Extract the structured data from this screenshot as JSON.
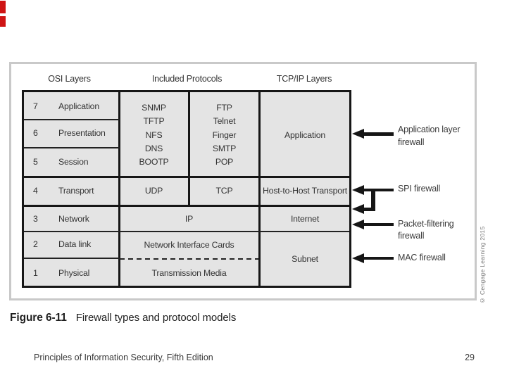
{
  "decoration": {
    "red_accent_color": "#cf1414"
  },
  "figure": {
    "headers": {
      "osi": "OSI Layers",
      "protocols": "Included Protocols",
      "tcpip": "TCP/IP Layers"
    },
    "osi_rows": [
      {
        "num": "7",
        "label": "Application"
      },
      {
        "num": "6",
        "label": "Presentation"
      },
      {
        "num": "5",
        "label": "Session"
      },
      {
        "num": "4",
        "label": "Transport"
      },
      {
        "num": "3",
        "label": "Network"
      },
      {
        "num": "2",
        "label": "Data link"
      },
      {
        "num": "1",
        "label": "Physical"
      }
    ],
    "protocols": {
      "col1": [
        "SNMP",
        "TFTP",
        "NFS",
        "DNS",
        "BOOTP"
      ],
      "col2": [
        "FTP",
        "Telnet",
        "Finger",
        "SMTP",
        "POP"
      ],
      "udp": "UDP",
      "tcp": "TCP",
      "ip": "IP",
      "nic": "Network Interface Cards",
      "media": "Transmission Media"
    },
    "tcpip_cells": {
      "application": "Application",
      "host": "Host-to-Host Transport",
      "internet": "Internet",
      "subnet": "Subnet"
    },
    "firewall_labels": {
      "application": "Application layer firewall",
      "spi": "SPI firewall",
      "packet": "Packet-filtering firewall",
      "mac": "MAC firewall"
    },
    "copyright": "© Cengage Learning 2015",
    "colors": {
      "cell_bg": "#e4e4e4",
      "table_border": "#161616",
      "box_border": "#c9c9c9",
      "text": "#333333"
    }
  },
  "caption": {
    "figure_number": "Figure 6-11",
    "title": "Firewall types and protocol models"
  },
  "footer": {
    "text": "Principles of Information Security, Fifth Edition",
    "page_number": "29"
  }
}
